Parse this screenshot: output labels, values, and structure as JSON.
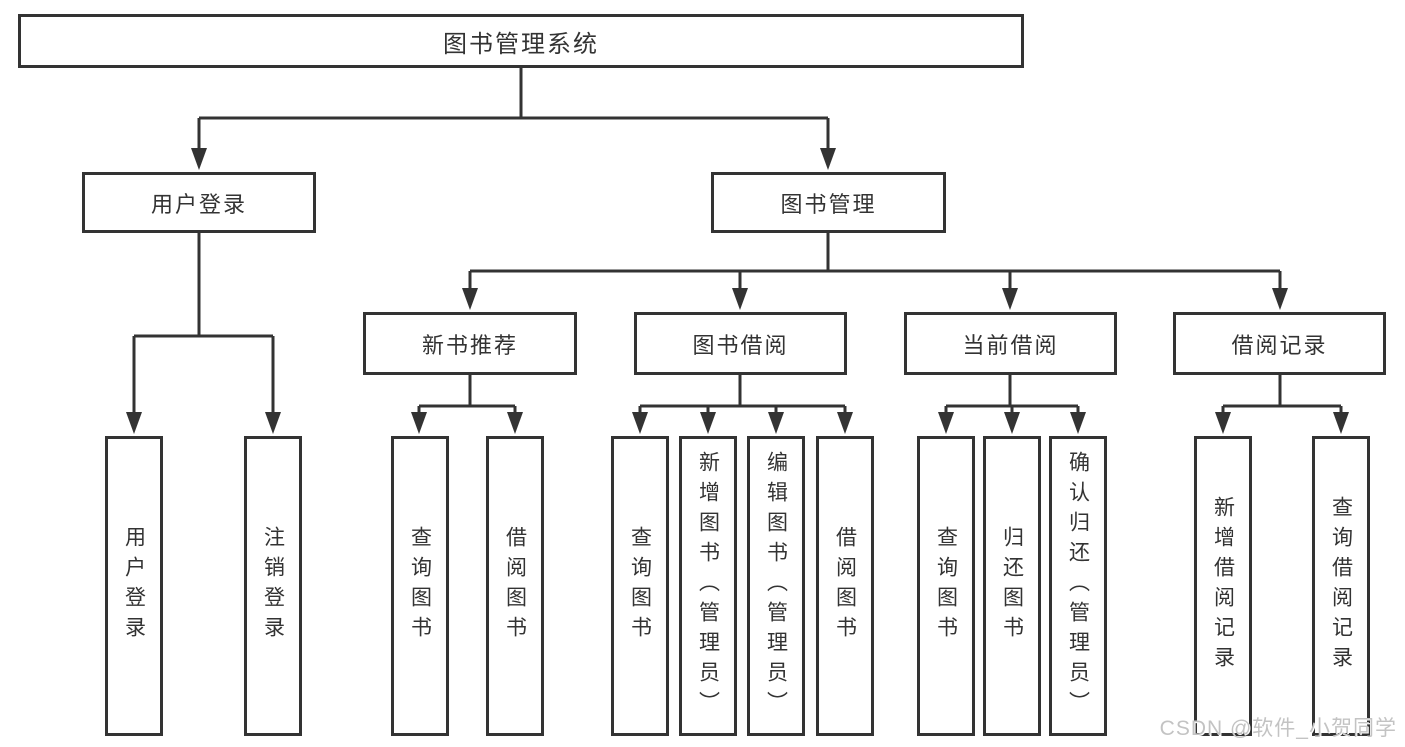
{
  "diagram": {
    "title": "图书管理系统",
    "level2": {
      "login": "用户登录",
      "manage": "图书管理"
    },
    "level3": {
      "recommend": "新书推荐",
      "borrow": "图书借阅",
      "current": "当前借阅",
      "records": "借阅记录"
    },
    "leaves": {
      "login_user": "用户登录",
      "login_logout": "注销登录",
      "rec_query": "查询图书",
      "rec_borrow": "借阅图书",
      "bor_query": "查询图书",
      "bor_add": "新增图书（管理员）",
      "bor_edit": "编辑图书（管理员）",
      "bor_borrow": "借阅图书",
      "cur_query": "查询图书",
      "cur_return": "归还图书",
      "cur_confirm": "确认归还（管理员）",
      "records_add": "新增借阅记录",
      "records_query": "查询借阅记录"
    },
    "watermark": "CSDN @软件_小贺同学",
    "colors": {
      "line": "#333333",
      "text": "#333333",
      "box_background": "#ffffff",
      "watermark": "#c3c3c3"
    }
  }
}
